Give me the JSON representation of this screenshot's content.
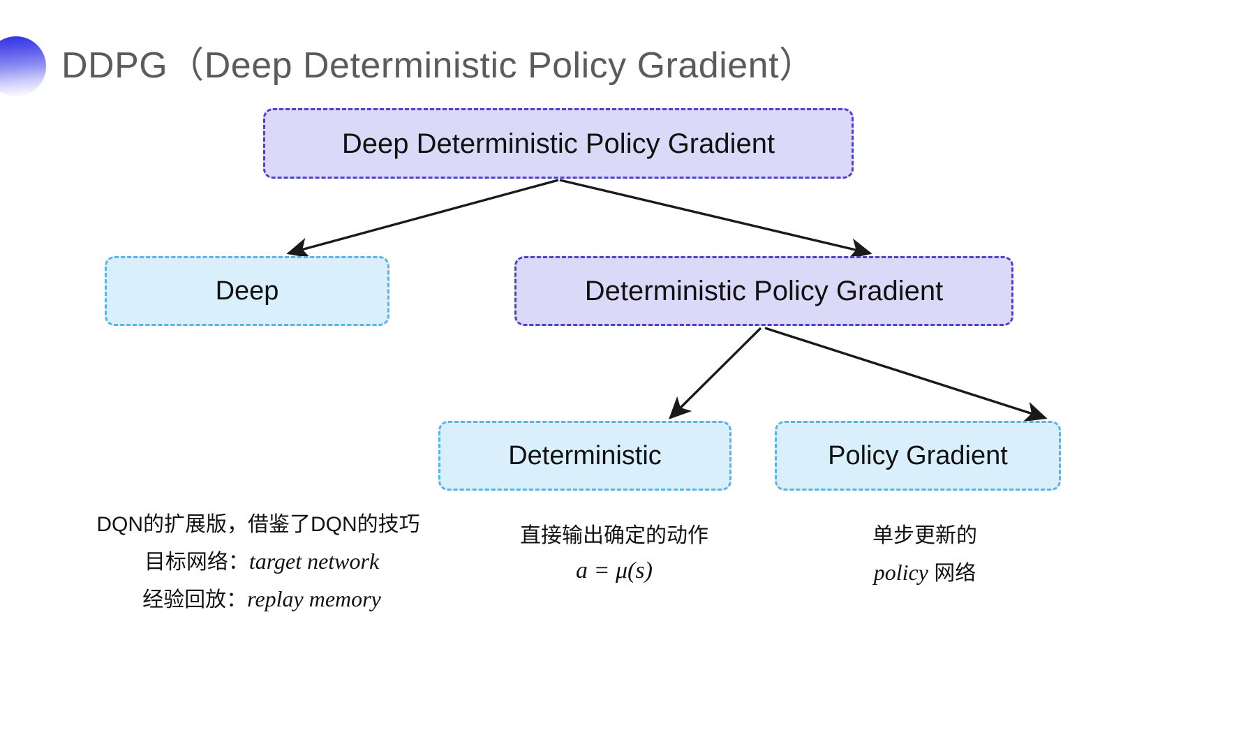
{
  "slide": {
    "title": "DDPG（Deep Deterministic Policy Gradient）",
    "bullet_icon": "gradient-circle-icon"
  },
  "colors": {
    "title_text": "#5b5b5b",
    "purple_fill": "#dcd9f8",
    "purple_border": "#4a42cf",
    "blue_fill": "#d9effc",
    "blue_border": "#57b3e8",
    "arrow": "#1a1a1a",
    "body_text": "#121212"
  },
  "nodes": {
    "root": {
      "label": "Deep Deterministic Policy Gradient",
      "style": "purple"
    },
    "deep": {
      "label": "Deep",
      "style": "blue"
    },
    "dpg": {
      "label": "Deterministic Policy Gradient",
      "style": "purple"
    },
    "deterministic": {
      "label": "Deterministic",
      "style": "blue"
    },
    "policy_gradient": {
      "label": "Policy Gradient",
      "style": "blue"
    }
  },
  "captions": {
    "deep": {
      "line1": "DQN的扩展版，借鉴了DQN的技巧",
      "line2_label": "目标网络：",
      "line2_term": "target network",
      "line3_label": "经验回放：",
      "line3_term": "replay memory"
    },
    "deterministic": {
      "line1": "直接输出确定的动作",
      "formula": "a = μ(s)"
    },
    "policy_gradient": {
      "line1": "单步更新的",
      "line2_term": "policy",
      "line2_suffix": " 网络"
    }
  },
  "arrows": [
    {
      "name": "root-to-deep",
      "from": "root",
      "to": "deep"
    },
    {
      "name": "root-to-dpg",
      "from": "root",
      "to": "dpg"
    },
    {
      "name": "dpg-to-deterministic",
      "from": "dpg",
      "to": "deterministic"
    },
    {
      "name": "dpg-to-policy-gradient",
      "from": "dpg",
      "to": "policy_gradient"
    }
  ]
}
